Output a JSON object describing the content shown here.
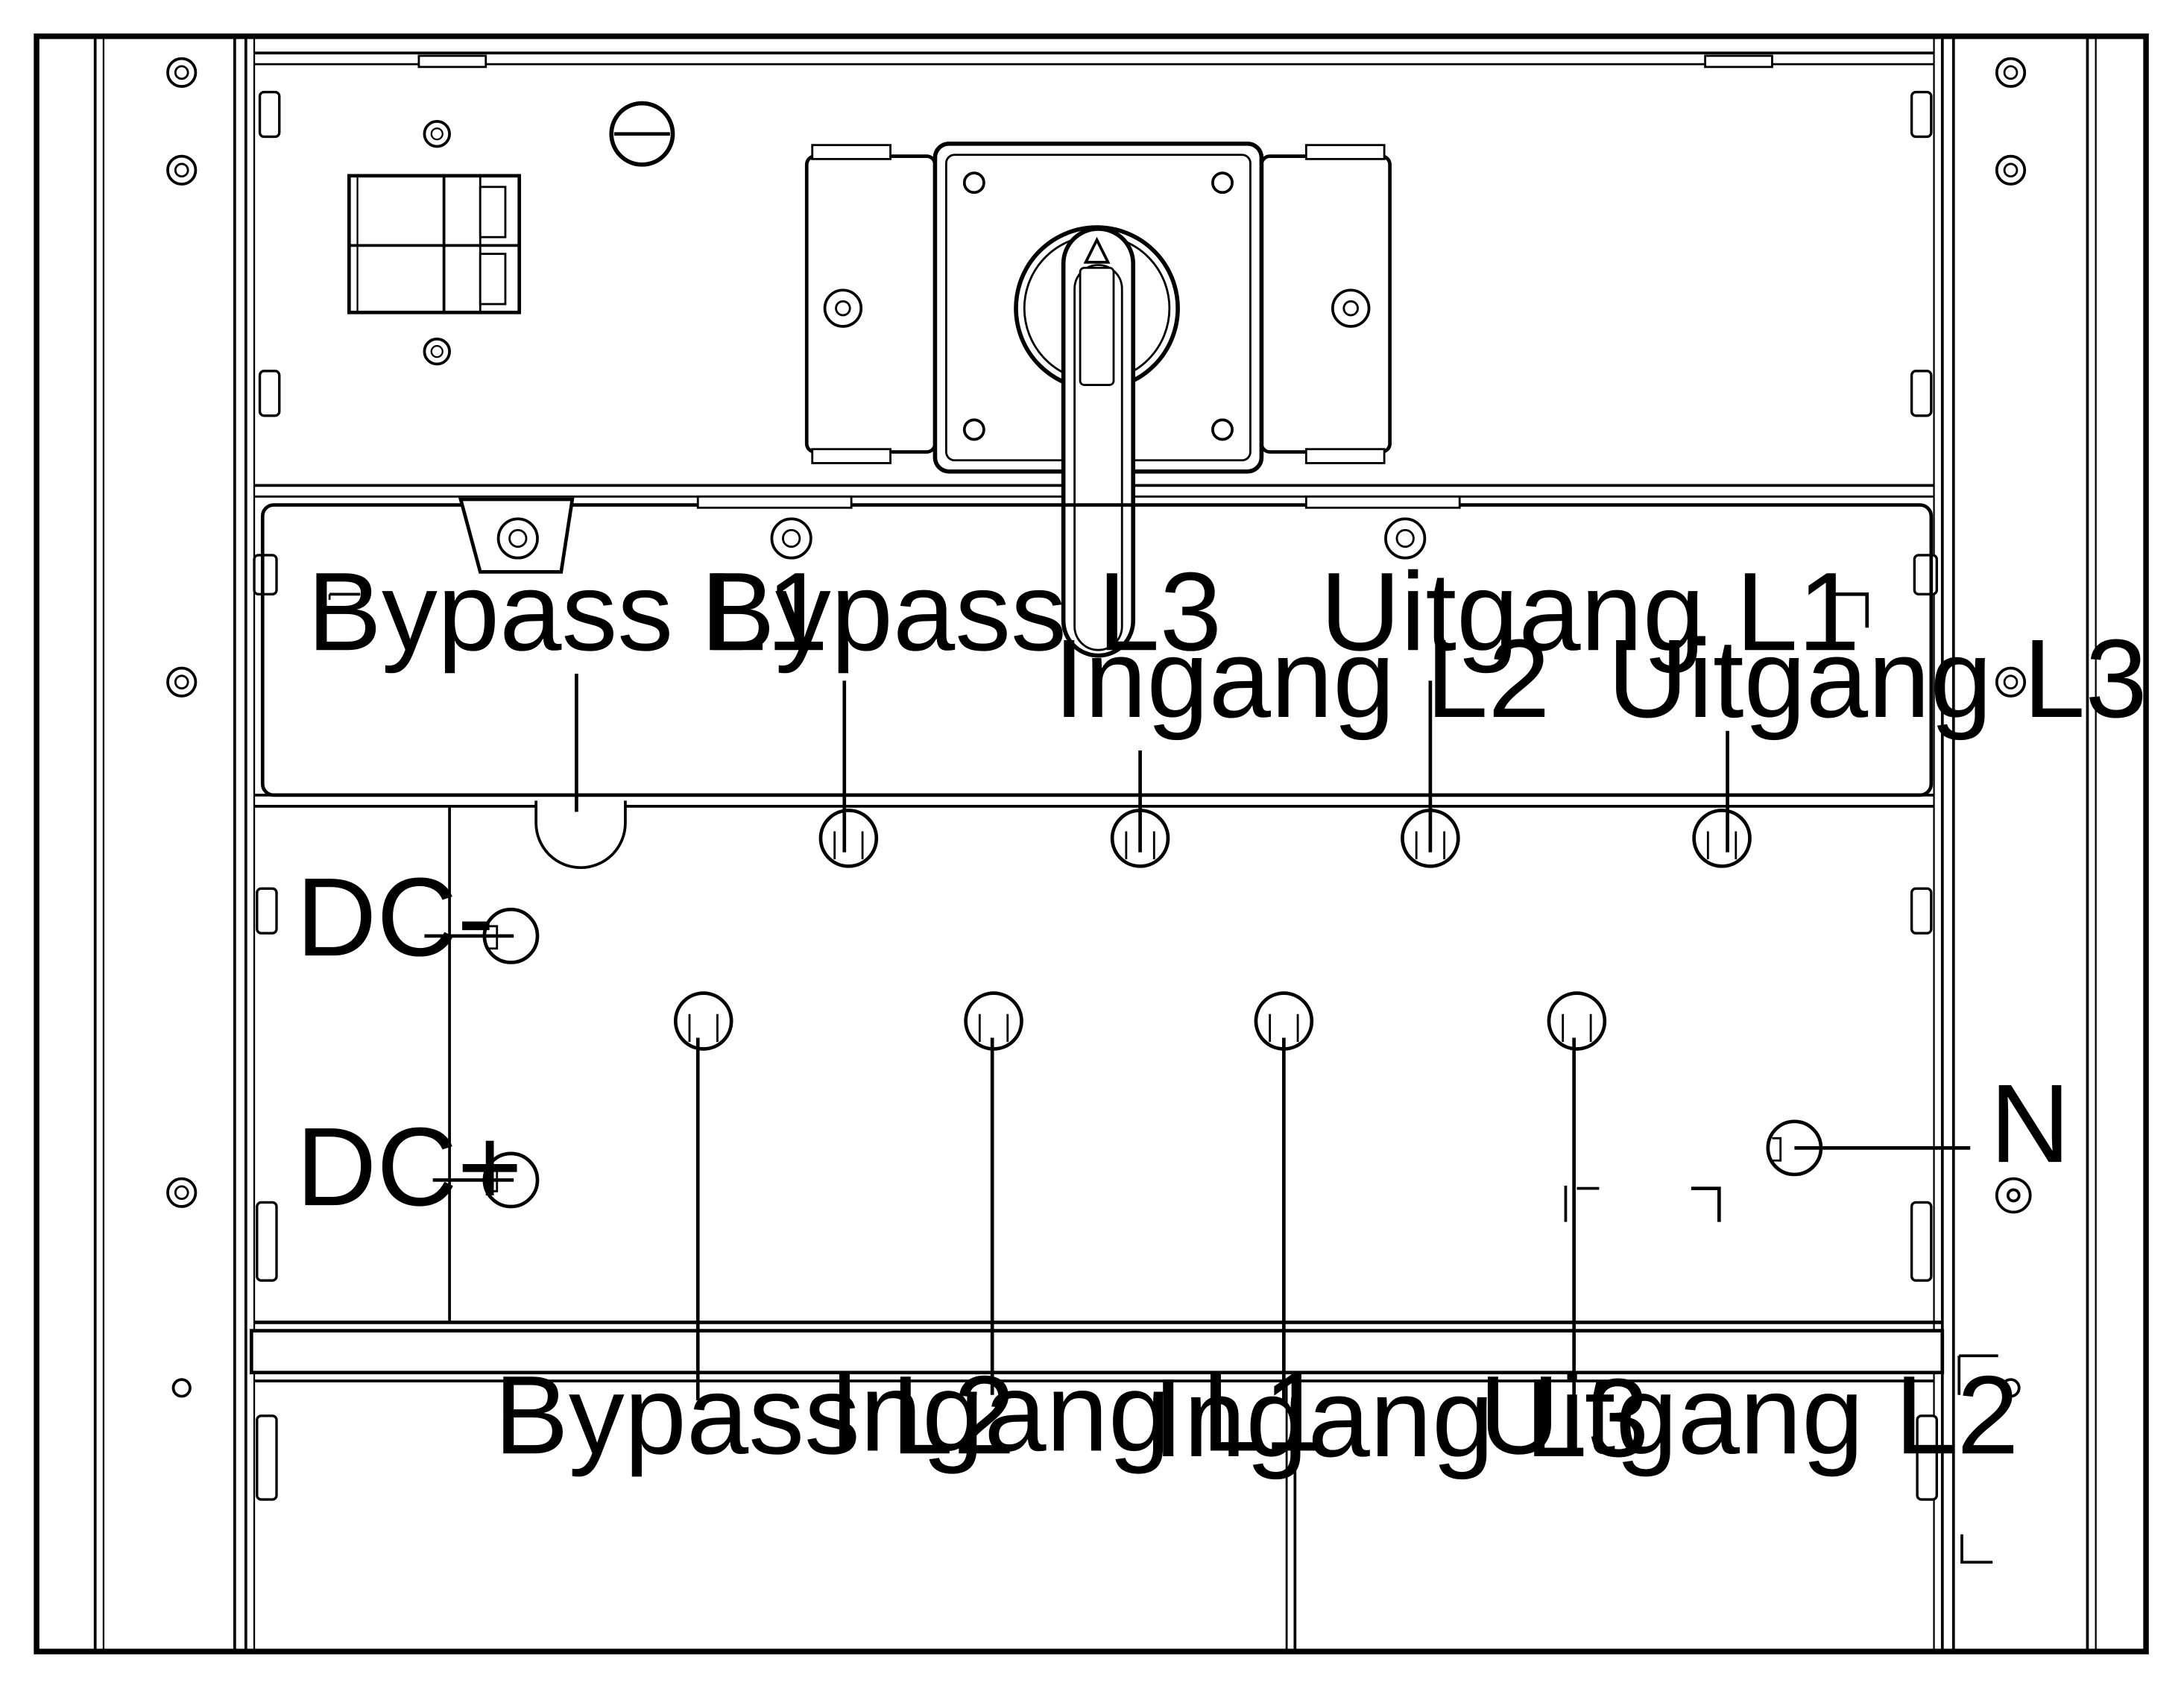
{
  "labels": {
    "bypass_l1": "Bypass L1",
    "bypass_l2": "Bypass L2",
    "bypass_l3": "Bypass L3",
    "ingang_l1": "Ingang L1",
    "ingang_l2": "Ingang L2",
    "ingang_l3": "Ingang L3",
    "uitgang_l1": "Uitgang L1",
    "uitgang_l2": "Uitgang L2",
    "uitgang_l3": "Uitgang L3",
    "dc_minus": "DC-",
    "dc_plus": "DC+",
    "n": "N"
  }
}
